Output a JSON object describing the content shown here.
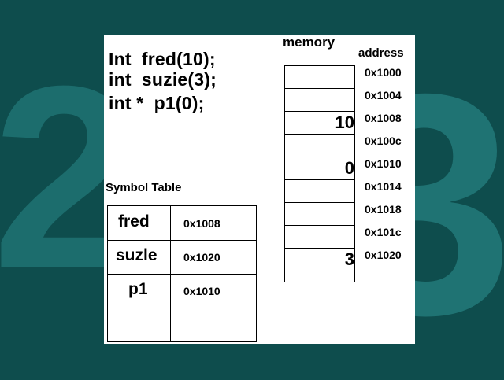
{
  "background_glyphs": [
    "2",
    "3"
  ],
  "code_lines": [
    "Int  fred(10);",
    "int  suzie(3);",
    "int *  p1(0);"
  ],
  "memory": {
    "title": "memory",
    "address_title": "address",
    "cells": [
      {
        "address": "0x1000",
        "value": ""
      },
      {
        "address": "0x1004",
        "value": ""
      },
      {
        "address": "0x1008",
        "value": "10"
      },
      {
        "address": "0x100c",
        "value": ""
      },
      {
        "address": "0x1010",
        "value": "0"
      },
      {
        "address": "0x1014",
        "value": ""
      },
      {
        "address": "0x1018",
        "value": ""
      },
      {
        "address": "0x101c",
        "value": ""
      },
      {
        "address": "0x1020",
        "value": "3"
      }
    ]
  },
  "symbol_table": {
    "title": "Symbol Table",
    "rows": [
      {
        "name": "fred",
        "address": "0x1008"
      },
      {
        "name": "suzle",
        "address": "0x1020"
      },
      {
        "name": "p1",
        "address": "0x1010"
      },
      {
        "name": "",
        "address": ""
      }
    ]
  }
}
